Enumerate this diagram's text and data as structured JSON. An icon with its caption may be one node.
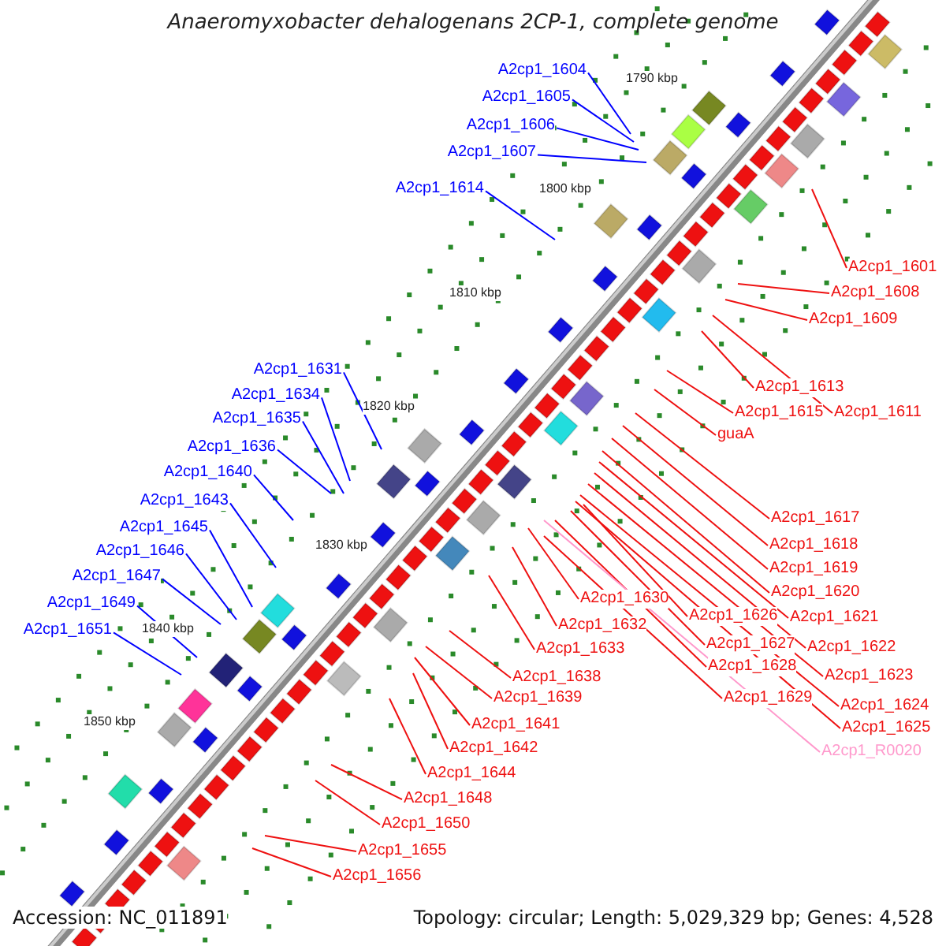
{
  "diagram": {
    "title": "Anaeromyxobacter dehalogenans 2CP-1, complete genome",
    "nodes": [
      {
        "text": [
          "A2cp1_1604"
        ]
      },
      {
        "text": [
          "A2cp1_1605"
        ]
      },
      {
        "text": [
          "A2cp1_1606"
        ]
      },
      {
        "text": [
          "A2cp1_1607"
        ]
      },
      {
        "text": [
          "A2cp1_1614"
        ]
      },
      {
        "text": [
          "A2cp1_1631"
        ]
      },
      {
        "text": [
          "A2cp1_1634"
        ]
      },
      {
        "text": [
          "A2cp1_1635"
        ]
      },
      {
        "text": [
          "A2cp1_1636"
        ]
      },
      {
        "text": [
          "A2cp1_1640"
        ]
      },
      {
        "text": [
          "A2cp1_1643"
        ]
      },
      {
        "text": [
          "A2cp1_1645"
        ]
      },
      {
        "text": [
          "A2cp1_1646"
        ]
      },
      {
        "text": [
          "A2cp1_1647"
        ]
      },
      {
        "text": [
          "A2cp1_1649"
        ]
      },
      {
        "text": [
          "A2cp1_1651"
        ]
      },
      {
        "text": [
          "A2cp1_1601"
        ]
      },
      {
        "text": [
          "A2cp1_1608"
        ]
      },
      {
        "text": [
          "A2cp1_1609"
        ]
      },
      {
        "text": [
          "A2cp1_1613"
        ]
      },
      {
        "text": [
          "A2cp1_1615"
        ]
      },
      {
        "text": [
          "A2cp1_1611"
        ]
      },
      {
        "text": [
          "guaA"
        ]
      },
      {
        "text": [
          "A2cp1_1617"
        ]
      },
      {
        "text": [
          "A2cp1_1618"
        ]
      },
      {
        "text": [
          "A2cp1_1619"
        ]
      },
      {
        "text": [
          "A2cp1_1620"
        ]
      },
      {
        "text": [
          "A2cp1_1630"
        ]
      },
      {
        "text": [
          "A2cp1_1626"
        ]
      },
      {
        "text": [
          "A2cp1_1621"
        ]
      },
      {
        "text": [
          "A2cp1_1632"
        ]
      },
      {
        "text": [
          "A2cp1_1627"
        ]
      },
      {
        "text": [
          "A2cp1_1622"
        ]
      },
      {
        "text": [
          "A2cp1_1633"
        ]
      },
      {
        "text": [
          "A2cp1_1628"
        ]
      },
      {
        "text": [
          "A2cp1_1623"
        ]
      },
      {
        "text": [
          "A2cp1_1638"
        ]
      },
      {
        "text": [
          "A2cp1_1629"
        ]
      },
      {
        "text": [
          "A2cp1_1639"
        ]
      },
      {
        "text": [
          "A2cp1_1624"
        ]
      },
      {
        "text": [
          "A2cp1_1641"
        ]
      },
      {
        "text": [
          "A2cp1_1625"
        ]
      },
      {
        "text": [
          "A2cp1_1642"
        ]
      },
      {
        "text": [
          "A2cp1_R0020"
        ]
      },
      {
        "text": [
          "A2cp1_1644"
        ]
      },
      {
        "text": [
          "A2cp1_1648"
        ]
      },
      {
        "text": [
          "A2cp1_1650"
        ]
      },
      {
        "text": [
          "A2cp1_1655"
        ]
      },
      {
        "text": [
          "A2cp1_1656"
        ]
      }
    ],
    "edges": [
      {
        "from": 0,
        "to": null,
        "arrow": "none",
        "color": "#0000ff"
      },
      {
        "from": 1,
        "to": null,
        "arrow": "none",
        "color": "#0000ff"
      },
      {
        "from": 2,
        "to": null,
        "arrow": "none",
        "color": "#0000ff"
      },
      {
        "from": 3,
        "to": null,
        "arrow": "none",
        "color": "#0000ff"
      },
      {
        "from": 4,
        "to": null,
        "arrow": "none",
        "color": "#0000ff"
      },
      {
        "from": 5,
        "to": null,
        "arrow": "none",
        "color": "#0000ff"
      },
      {
        "from": 6,
        "to": null,
        "arrow": "none",
        "color": "#0000ff"
      },
      {
        "from": 7,
        "to": null,
        "arrow": "none",
        "color": "#0000ff"
      },
      {
        "from": 8,
        "to": null,
        "arrow": "none",
        "color": "#0000ff"
      },
      {
        "from": 9,
        "to": null,
        "arrow": "none",
        "color": "#0000ff"
      },
      {
        "from": 10,
        "to": null,
        "arrow": "none",
        "color": "#0000ff"
      },
      {
        "from": 11,
        "to": null,
        "arrow": "none",
        "color": "#0000ff"
      },
      {
        "from": 12,
        "to": null,
        "arrow": "none",
        "color": "#0000ff"
      },
      {
        "from": 13,
        "to": null,
        "arrow": "none",
        "color": "#0000ff"
      },
      {
        "from": 14,
        "to": null,
        "arrow": "none",
        "color": "#0000ff"
      },
      {
        "from": 15,
        "to": null,
        "arrow": "none",
        "color": "#0000ff"
      },
      {
        "from": 16,
        "to": null,
        "arrow": "none"
      },
      {
        "from": 17,
        "to": null,
        "arrow": "none"
      },
      {
        "from": 18,
        "to": null,
        "arrow": "none"
      },
      {
        "from": 19,
        "to": null,
        "arrow": "none"
      },
      {
        "from": 20,
        "to": null,
        "arrow": "none"
      },
      {
        "from": 21,
        "to": null,
        "arrow": "none"
      },
      {
        "from": 22,
        "to": null,
        "arrow": "none"
      },
      {
        "from": 23,
        "to": null,
        "arrow": "none"
      },
      {
        "from": 24,
        "to": null,
        "arrow": "none"
      },
      {
        "from": 25,
        "to": null,
        "arrow": "none"
      },
      {
        "from": 26,
        "to": null,
        "arrow": "none"
      },
      {
        "from": 27,
        "to": null,
        "arrow": "none"
      },
      {
        "from": 28,
        "to": null,
        "arrow": "none"
      },
      {
        "from": 29,
        "to": null,
        "arrow": "none"
      },
      {
        "from": 30,
        "to": null,
        "arrow": "none"
      },
      {
        "from": 31,
        "to": null,
        "arrow": "none"
      },
      {
        "from": 32,
        "to": null,
        "arrow": "none"
      },
      {
        "from": 33,
        "to": null,
        "arrow": "none"
      },
      {
        "from": 34,
        "to": null,
        "arrow": "none"
      },
      {
        "from": 35,
        "to": null,
        "arrow": "none"
      },
      {
        "from": 36,
        "to": null,
        "arrow": "none"
      },
      {
        "from": 37,
        "to": null,
        "arrow": "none"
      },
      {
        "from": 38,
        "to": null,
        "arrow": "none"
      },
      {
        "from": 39,
        "to": null,
        "arrow": "none"
      },
      {
        "from": 40,
        "to": null,
        "arrow": "none"
      },
      {
        "from": 41,
        "to": null,
        "arrow": "none"
      },
      {
        "from": 42,
        "to": null,
        "arrow": "none"
      },
      {
        "from": 43,
        "to": null,
        "arrow": "none",
        "color": "#ff99cc"
      },
      {
        "from": 44,
        "to": null,
        "arrow": "none"
      },
      {
        "from": 45,
        "to": null,
        "arrow": "none"
      },
      {
        "from": 46,
        "to": null,
        "arrow": "none"
      },
      {
        "from": 47,
        "to": null,
        "arrow": "none"
      },
      {
        "from": 48,
        "to": null,
        "arrow": "none"
      }
    ],
    "labels": [
      "1790 kbp",
      "1800 kbp",
      "1810 kbp",
      "1820 kbp",
      "1830 kbp",
      "1840 kbp",
      "1850 kbp",
      "Accession: NC_011891",
      "Topology: circular; Length: 5,029,329 bp; Genes: 4,528"
    ]
  }
}
